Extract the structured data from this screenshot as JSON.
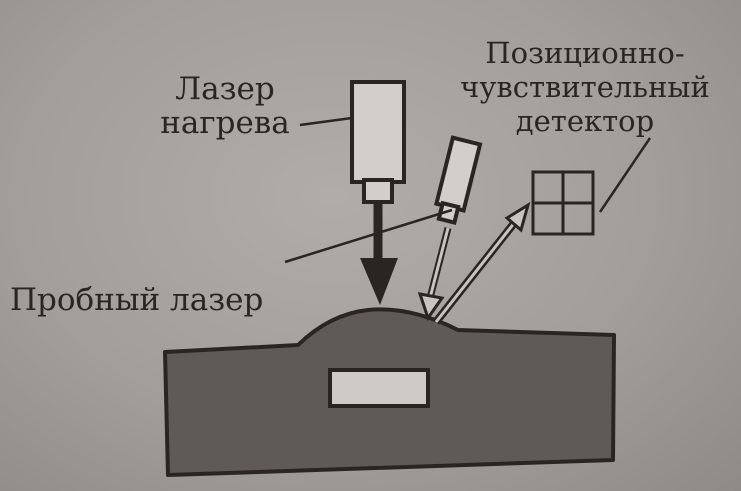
{
  "labels": {
    "heating_laser": [
      "Лазер",
      "нагрева"
    ],
    "detector": [
      "Позиционно-",
      "чувствительный",
      "детектор"
    ],
    "probe_laser": "Пробный лазер"
  },
  "colors": {
    "ink": "#2a2523",
    "paper": "#a8a4a0",
    "fill": "#5f5a58",
    "device": "#d2cecb"
  }
}
